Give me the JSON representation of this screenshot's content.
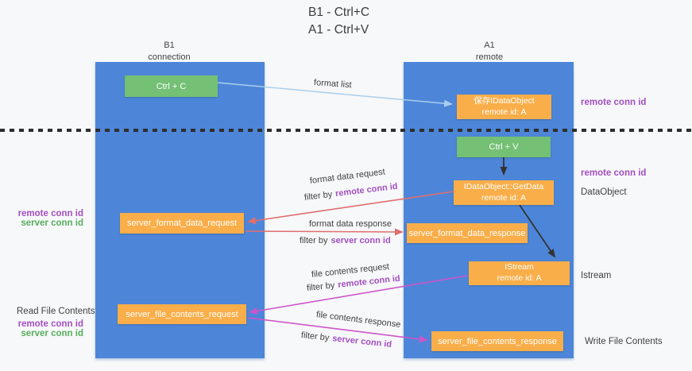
{
  "title": {
    "line1": "B1 - Ctrl+C",
    "line2": "A1 - Ctrl+V"
  },
  "columns": {
    "left": {
      "name": "B1",
      "subtitle": "connection"
    },
    "right": {
      "name": "A1",
      "subtitle": "remote"
    }
  },
  "nodes": {
    "ctrl_c": {
      "label": "Ctrl + C"
    },
    "ctrl_v": {
      "label": "Ctrl + V"
    },
    "save_idataobject": {
      "line1": "保存IDataObject",
      "line2": "remote id: A"
    },
    "idataobject_getdata": {
      "line1": "IDataObject::GetData",
      "line2": "remote id: A"
    },
    "istream": {
      "line1": "IStream",
      "line2": "remote id: A"
    },
    "server_format_data_request": {
      "label": "server_format_data_request"
    },
    "server_format_data_response": {
      "label": "server_format_data_response"
    },
    "server_file_contents_request": {
      "label": "server_file_contents_request"
    },
    "server_file_contents_response": {
      "label": "server_file_contents_response"
    }
  },
  "edge_labels": {
    "format_list": "format list",
    "format_data_request": "format data request",
    "format_data_response": "format data response",
    "file_contents_request": "file contents request",
    "file_contents_response": "file contents response",
    "filter_by": "filter by",
    "remote_conn_id": "remote conn id",
    "server_conn_id": "server conn id"
  },
  "annotations": {
    "right_remote_conn_id_top": "remote conn id",
    "right_remote_conn_id_mid": "remote conn id",
    "right_dataobject": "DataObject",
    "right_istream": "Istream",
    "right_write_file_contents": "Write File Contents",
    "left_remote_conn_id": "remote conn id",
    "left_server_conn_id": "server conn id",
    "left_read_file_contents": "Read File Contents",
    "left_read_remote_conn_id": "remote conn id",
    "left_read_server_conn_id": "server conn id"
  },
  "colors": {
    "column_blue": "#4d86d8",
    "box_green": "#74c074",
    "box_orange": "#f9ae49",
    "arrow_red": "#e06e6e",
    "arrow_magenta": "#cc55cc",
    "arrow_light_blue": "#a9cfee",
    "arrow_black": "#333333",
    "text_purple": "#a24fc0",
    "text_green": "#56ae5c",
    "text_dark": "#3f3f3f",
    "dashed_line": "#2e2e2e"
  }
}
